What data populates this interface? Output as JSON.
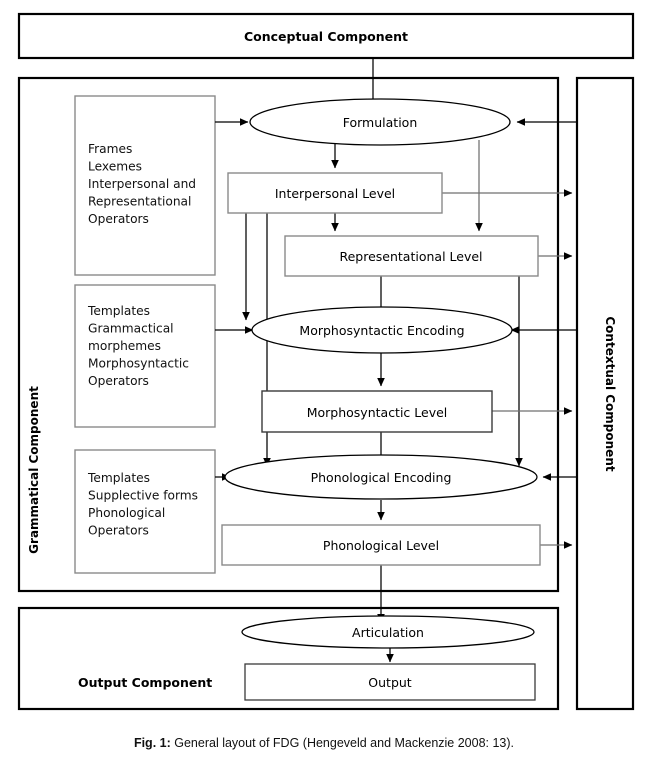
{
  "figure": {
    "caption_label": "Fig. 1:",
    "caption_text": "General layout of FDG (Hengeveld and Mackenzie 2008: 13)."
  },
  "components": {
    "conceptual": "Conceptual Component",
    "grammatical": "Grammatical Component",
    "contextual": "Contextual Component",
    "output": "Output Component"
  },
  "operations": {
    "formulation": "Formulation",
    "morphosyntactic_encoding": "Morphosyntactic Encoding",
    "phonological_encoding": "Phonological Encoding",
    "articulation": "Articulation"
  },
  "levels": {
    "interpersonal": "Interpersonal Level",
    "representational": "Representational Level",
    "morphosyntactic": "Morphosyntactic Level",
    "phonological": "Phonological Level",
    "output": "Output"
  },
  "primitives": {
    "formulation_box": [
      "Frames",
      "Lexemes",
      "Interpersonal and",
      "Representational",
      "Operators"
    ],
    "morphosyntactic_box": [
      "Templates",
      "Grammactical",
      "morphemes",
      "Morphosyntactic",
      "Operators"
    ],
    "phonological_box": [
      "Templates",
      "Supplective forms",
      "Phonological",
      "Operators"
    ]
  },
  "colors": {
    "stroke": "#000000",
    "soft_stroke": "#7a7a7a",
    "background": "#ffffff"
  }
}
